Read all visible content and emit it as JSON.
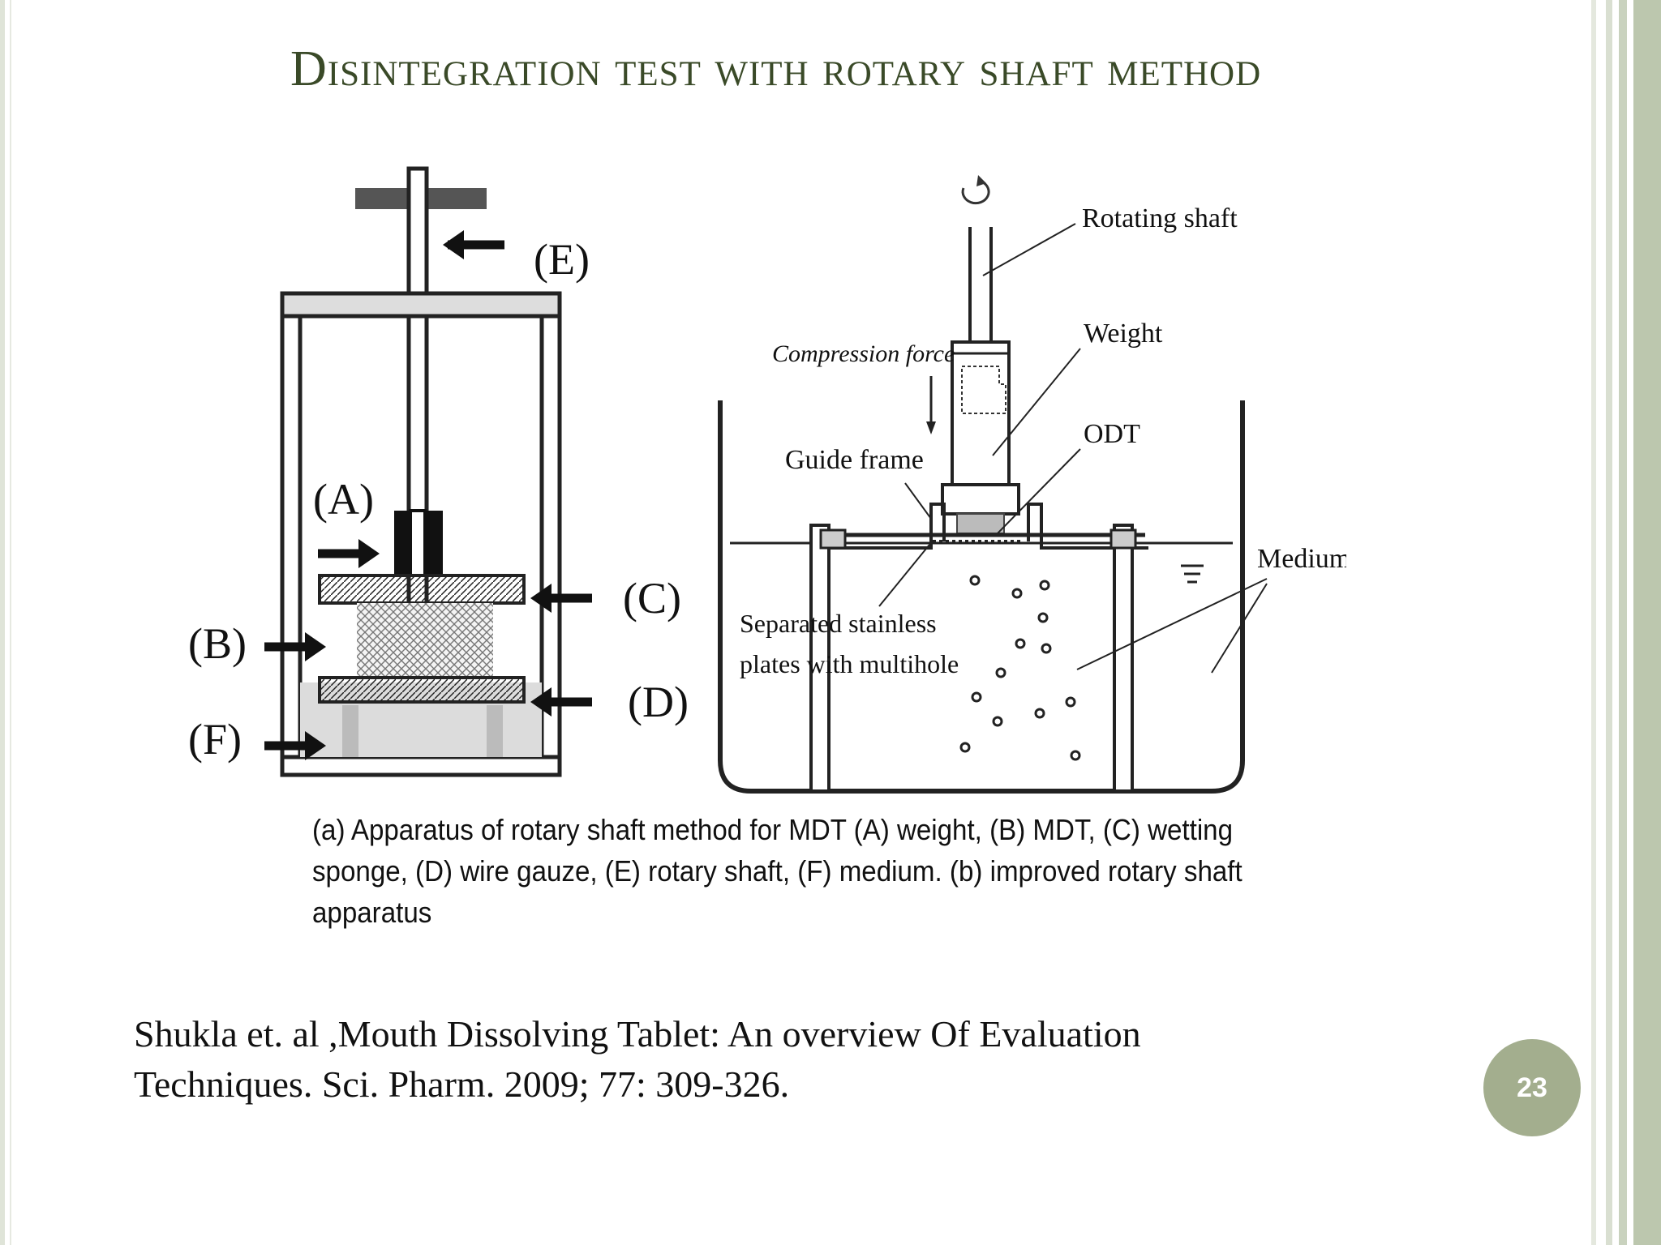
{
  "slide": {
    "title": "Disintegration test with rotary shaft method",
    "caption": "(a) Apparatus of rotary shaft method for MDT (A) weight, (B) MDT, (C) wetting sponge, (D) wire gauze, (E) rotary shaft, (F) medium. (b) improved rotary shaft apparatus",
    "citation_line1": "Shukla et. al ,Mouth Dissolving Tablet: An overview Of Evaluation",
    "citation_line2": "Techniques. Sci. Pharm. 2009; 77: 309-326.",
    "page_number": "23"
  },
  "diagram_a": {
    "label_a": "(A)",
    "label_b": "(B)",
    "label_c": "(C)",
    "label_d": "(D)",
    "label_e": "(E)",
    "label_f": "(F)"
  },
  "diagram_b": {
    "rotating_shaft": "Rotating shaft",
    "weight": "Weight",
    "odt": "ODT",
    "compression_force": "Compression  force",
    "guide_frame": "Guide frame",
    "medium": "Medium",
    "separated_line1": "Separated stainless",
    "separated_line2": "plates with multihole"
  },
  "colors": {
    "title": "#3a4a28",
    "badge": "#a3ae8e",
    "frame": "#bcc7ae"
  }
}
